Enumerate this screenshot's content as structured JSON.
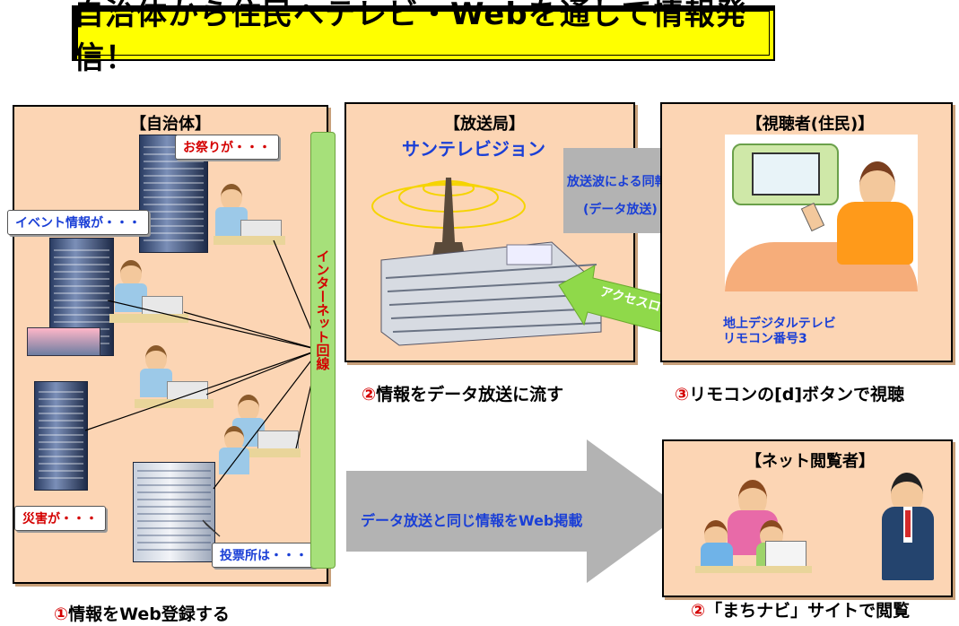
{
  "title": "自治体から住民へテレビ・Webを通して情報発信！",
  "panels": {
    "jichitai": {
      "label": "【自治体】"
    },
    "housoukyoku": {
      "label": "【放送局】",
      "station": "サンテレビジョン"
    },
    "shichousha": {
      "label": "【視聴者(住民)】",
      "note_line1": "地上デジタルテレビ",
      "note_line2": "リモコン番号3"
    },
    "net": {
      "label": "【ネット閲覧者】"
    }
  },
  "bubbles": {
    "omatsuri": "お祭りが・・・",
    "event": "イベント情報が・・・",
    "saigai": "災害が・・・",
    "touhyou": "投票所は・・・"
  },
  "internet_line": "インターネット回線",
  "arrows": {
    "broadcast_line1": "放送波による同報",
    "broadcast_line2": "(データ放送)",
    "access_log": "アクセスログ",
    "web": "データ放送と同じ情報をWeb掲載"
  },
  "captions": {
    "step1_num": "①",
    "step1_text": "情報をWeb登録する",
    "step2_num": "②",
    "step2_text": "情報をデータ放送に流す",
    "step3_num": "③",
    "step3_text": "リモコンの[d]ボタンで視聴",
    "step2b_num": "②",
    "step2b_text": "「まちナビ」サイトで閲覧"
  },
  "colors": {
    "title_bg": "#ffff00",
    "panel_bg": "#fcd5b4",
    "internet_bar": "#a6e07a",
    "arrow_gray": "#b3b3b3",
    "arrow_green": "#8fd94a",
    "number_red": "#d40000",
    "blue_text": "#1a3fd6"
  }
}
